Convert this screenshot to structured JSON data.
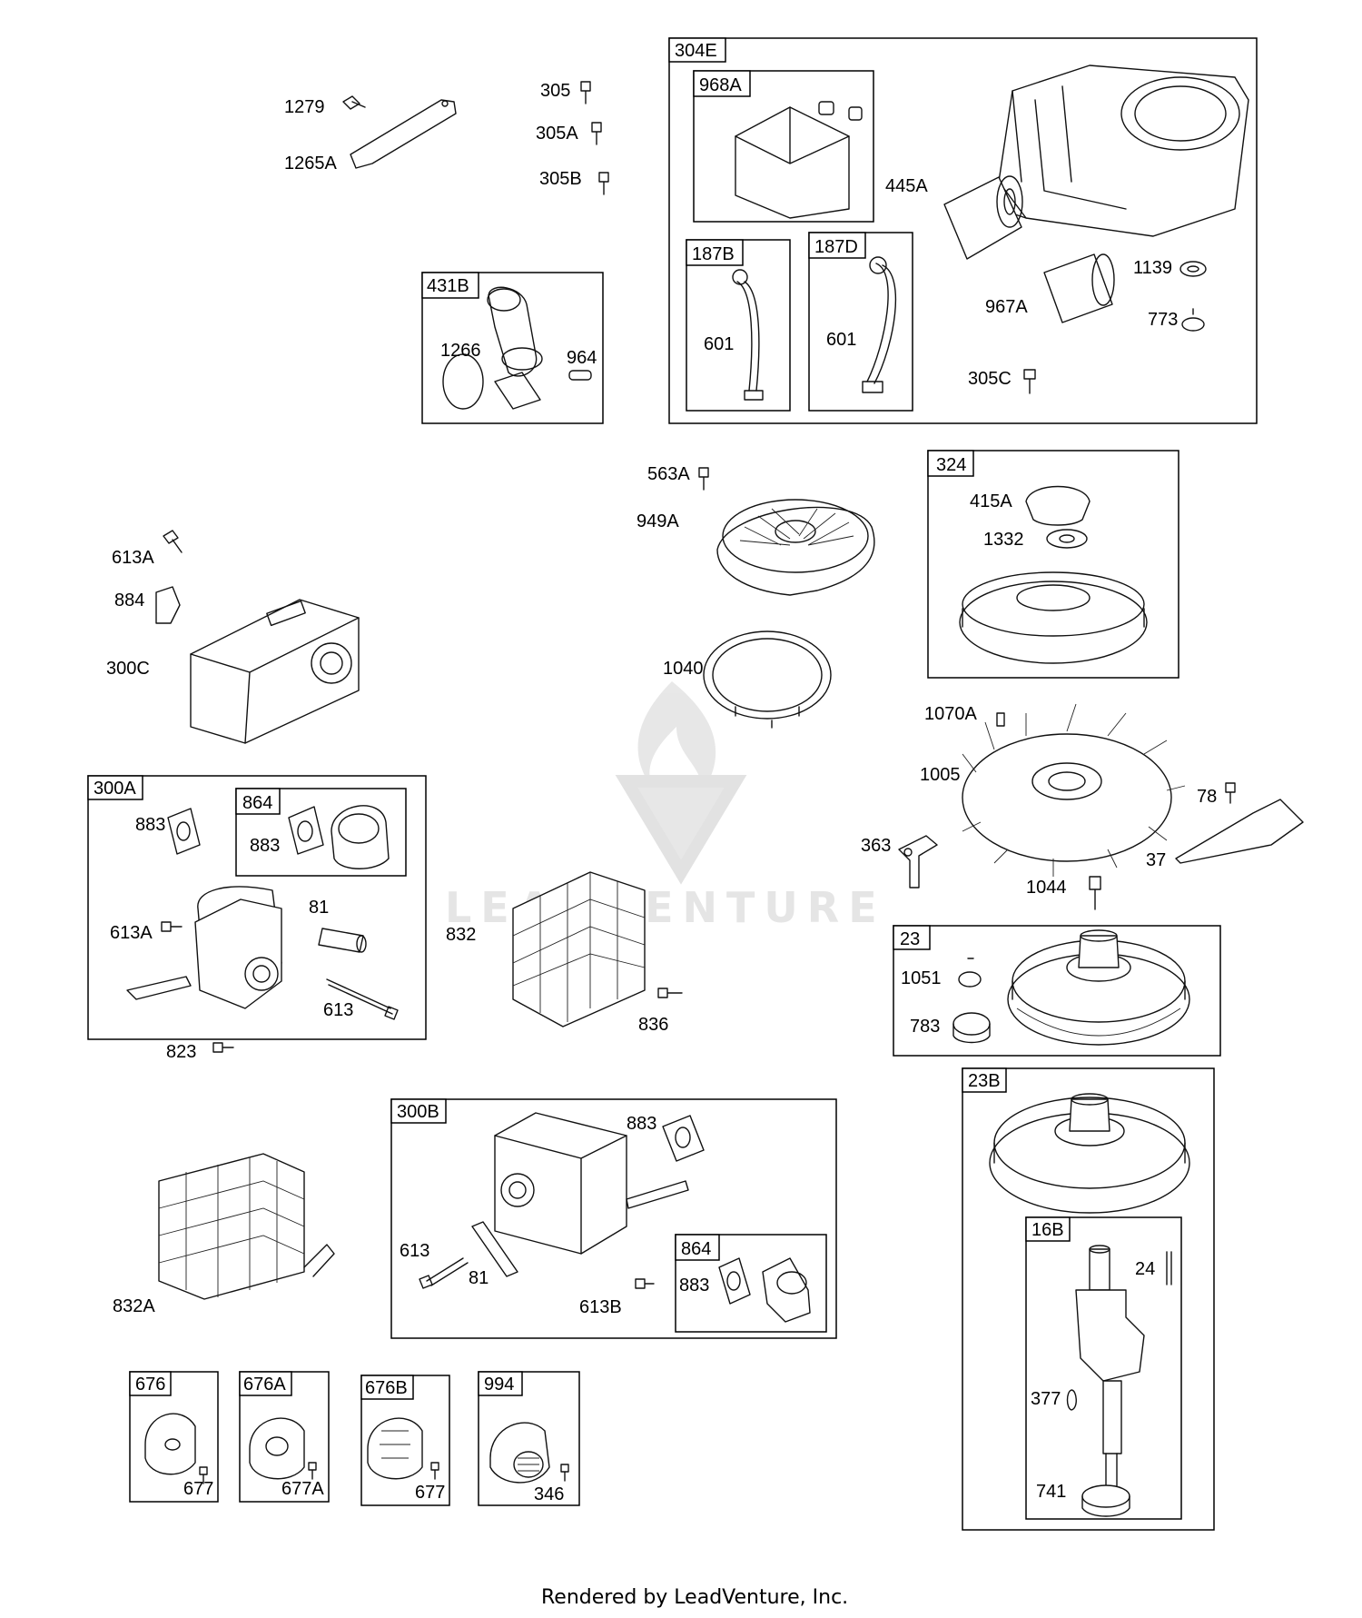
{
  "callouts": {
    "c1279": "1279",
    "c1265A": "1265A",
    "c305": "305",
    "c305A": "305A",
    "c305B": "305B",
    "c304E": "304E",
    "c968A": "968A",
    "c445A": "445A",
    "c187B": "187B",
    "c187D": "187D",
    "c601a": "601",
    "c601b": "601",
    "c1139": "1139",
    "c967A": "967A",
    "c773": "773",
    "c305C": "305C",
    "c431B": "431B",
    "c1266": "1266",
    "c964": "964",
    "c563A": "563A",
    "c949A": "949A",
    "c1040": "1040",
    "c324": "324",
    "c415A": "415A",
    "c1332": "1332",
    "c613A_top": "613A",
    "c884": "884",
    "c300C": "300C",
    "c1070A": "1070A",
    "c1005": "1005",
    "c78": "78",
    "c363": "363",
    "c37": "37",
    "c1044": "1044",
    "c300A": "300A",
    "c864a": "864",
    "c883a": "883",
    "c883b": "883",
    "c613A_mid": "613A",
    "c81a": "81",
    "c613a": "613",
    "c823": "823",
    "c832": "832",
    "c836": "836",
    "c23": "23",
    "c1051": "1051",
    "c783": "783",
    "c23B": "23B",
    "c16B": "16B",
    "c24": "24",
    "c377": "377",
    "c741": "741",
    "c300B": "300B",
    "c883c": "883",
    "c613b": "613",
    "c81b": "81",
    "c613B": "613B",
    "c864b": "864",
    "c883d": "883",
    "c832A": "832A",
    "c676": "676",
    "c677a": "677",
    "c676A": "676A",
    "c677A": "677A",
    "c676B": "676B",
    "c677b": "677",
    "c994": "994",
    "c346": "346"
  },
  "footer": "Rendered by LeadVenture, Inc.",
  "watermark": "LEADVENTURE"
}
